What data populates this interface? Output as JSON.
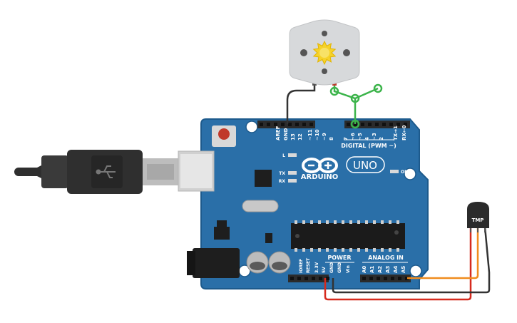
{
  "board": {
    "brand_name": "ARDUINO",
    "model_name": "UNO",
    "digital_section_label": "DIGITAL (PWM ~)",
    "power_section_label": "POWER",
    "analog_section_label": "ANALOG IN",
    "led_labels": {
      "l": "L",
      "tx": "TX",
      "rx": "RX",
      "on": "ON"
    },
    "top_pins": [
      "AREF",
      "GND",
      "13",
      "12",
      "~11",
      "~10",
      "~9",
      "8",
      "7",
      "~6",
      "~5",
      "4",
      "~3",
      "2",
      "TX→1",
      "RX←0"
    ],
    "power_pins": [
      "IOREF",
      "RESET",
      "3.3V",
      "5V",
      "GND",
      "GND",
      "Vin"
    ],
    "analog_pins": [
      "A0",
      "A1",
      "A2",
      "A3",
      "A4",
      "A5"
    ]
  },
  "sensor": {
    "label": "TMP"
  },
  "colors": {
    "board": "#2a6fa8",
    "board_edge": "#1d5a8c",
    "header": "#2b2b2b",
    "wire_black": "#333333",
    "wire_red": "#d62a1e",
    "wire_orange": "#f08c1e",
    "wire_green": "#3cb44b",
    "motor_body": "#d7d9db",
    "motor_hub": "#f6d22a",
    "usb_plug": "#2f2f2f"
  }
}
